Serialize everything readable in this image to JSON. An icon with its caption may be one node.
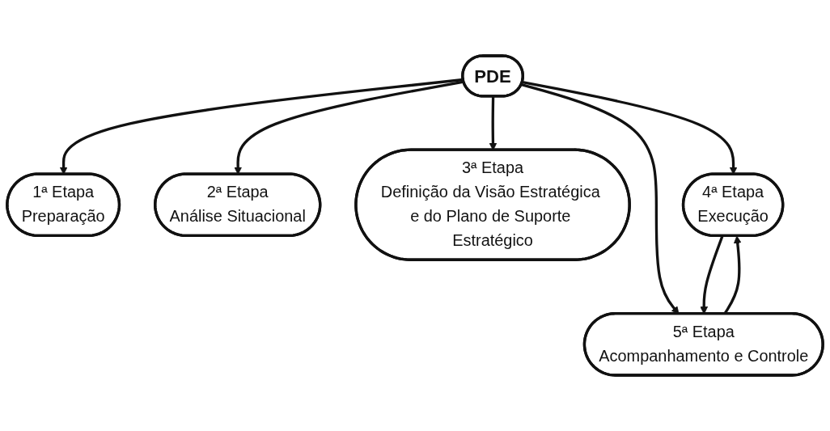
{
  "diagram": {
    "nodes": [
      {
        "text": [
          "PDE"
        ]
      },
      {
        "text": [
          "1ª Etapa",
          "Preparação"
        ]
      },
      {
        "text": [
          "5ª Etapa",
          "Acompanhamento e Controle"
        ]
      },
      {
        "text": [
          "2ª Etapa",
          "Análise Situacional"
        ]
      },
      {
        "text": [
          "3ª Etapa",
          "Definição da Visão Estratégica e do Plano de Suporte Estratégico"
        ]
      },
      {
        "text": [
          "4ª Etapa",
          "Execução"
        ]
      }
    ],
    "edges": [
      {
        "from": 0,
        "to": 1,
        "arrow": "to"
      },
      {
        "from": 0,
        "to": 3,
        "arrow": "to"
      },
      {
        "from": 0,
        "to": 4,
        "arrow": "to"
      },
      {
        "from": 0,
        "to": 5,
        "arrow": "to"
      },
      {
        "from": 0,
        "to": 2,
        "arrow": "to"
      },
      {
        "from": 2,
        "to": 5,
        "arrow": "to"
      },
      {
        "from": 5,
        "to": 2,
        "arrow": "to"
      }
    ]
  }
}
